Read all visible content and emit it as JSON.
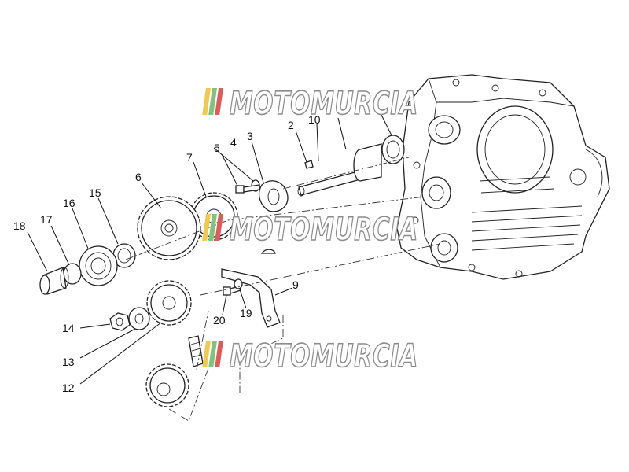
{
  "watermark": {
    "brand": "MOTOMURCIA",
    "stripe_colors": [
      "#f2c94c",
      "#7bc67e",
      "#e05a5a"
    ]
  },
  "callouts": [
    {
      "id": "18",
      "text": "18"
    },
    {
      "id": "17",
      "text": "17"
    },
    {
      "id": "16",
      "text": "16"
    },
    {
      "id": "15",
      "text": "15"
    },
    {
      "id": "6",
      "text": "6"
    },
    {
      "id": "7",
      "text": "7"
    },
    {
      "id": "5",
      "text": "5"
    },
    {
      "id": "4",
      "text": "4"
    },
    {
      "id": "3",
      "text": "3"
    },
    {
      "id": "2",
      "text": "2"
    },
    {
      "id": "10",
      "text": "10"
    },
    {
      "id": "9",
      "text": "9"
    },
    {
      "id": "20",
      "text": "20"
    },
    {
      "id": "19",
      "text": "19"
    },
    {
      "id": "14",
      "text": "14"
    },
    {
      "id": "13",
      "text": "13"
    },
    {
      "id": "12",
      "text": "12"
    }
  ]
}
